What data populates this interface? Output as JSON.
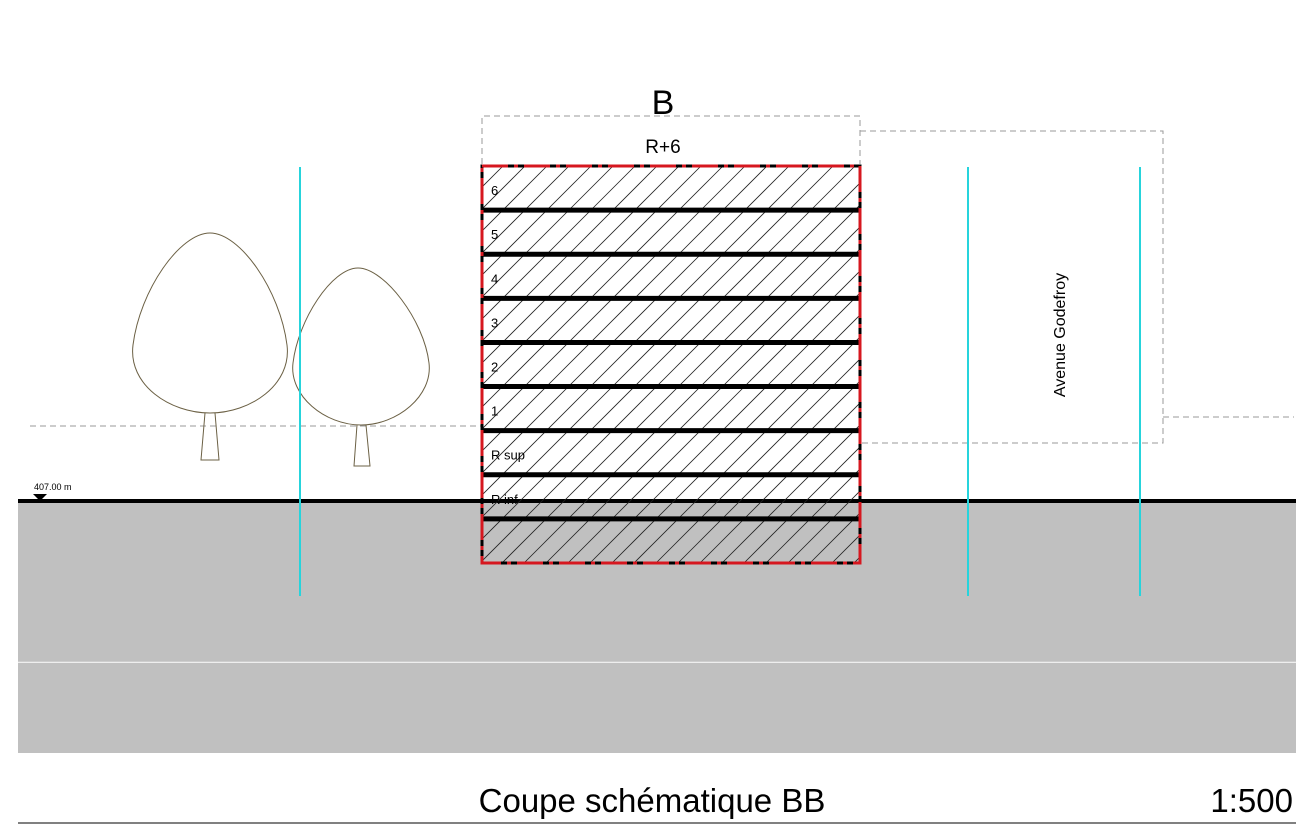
{
  "building": {
    "name": "B",
    "height_label": "R+6"
  },
  "levels": [
    {
      "label": "6"
    },
    {
      "label": "5"
    },
    {
      "label": "4"
    },
    {
      "label": "3"
    },
    {
      "label": "2"
    },
    {
      "label": "1"
    },
    {
      "label": "R sup"
    },
    {
      "label": "R inf"
    },
    {
      "label": ""
    }
  ],
  "ground_elevation": "407.00 m",
  "street_label": "Avenue Godefroy",
  "drawing_title": "Coupe schématique BB",
  "scale": "1:500",
  "colors": {
    "cut_outline": "#d6171f",
    "axis_line": "#26d4dc",
    "ground_fill": "#c0c0c0",
    "tree_stroke": "#6b6044",
    "dashed_outline": "#9a9a9a"
  }
}
